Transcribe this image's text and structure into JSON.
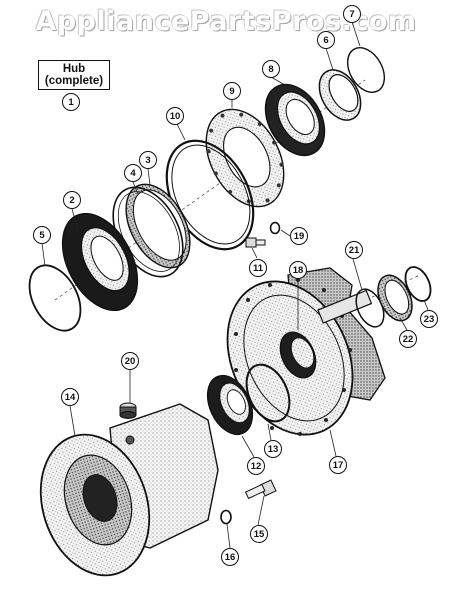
{
  "watermark": "AppliancePartsPros.com",
  "title": {
    "line1": "Hub",
    "line2": "(complete)"
  },
  "callouts": [
    "1",
    "2",
    "3",
    "4",
    "5",
    "6",
    "7",
    "8",
    "9",
    "10",
    "11",
    "12",
    "13",
    "14",
    "15",
    "16",
    "17",
    "18",
    "19",
    "20",
    "21",
    "22",
    "23"
  ]
}
